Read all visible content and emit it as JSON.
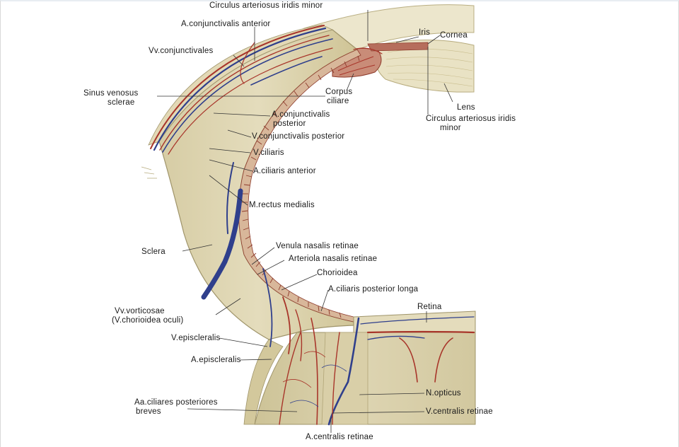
{
  "labels": {
    "circulus_minor_top": "Circulus arteriosus iridis minor",
    "a_conjunctivalis_anterior": "A.conjunctivalis anterior",
    "iris": "Iris",
    "cornea": "Cornea",
    "vv_conjunctivales": "Vv.conjunctivales",
    "sinus_venosus_line1": "Sinus venosus",
    "sinus_venosus_line2": "sclerae",
    "corpus_ciliare_line1": "Corpus",
    "corpus_ciliare_line2": "ciliare",
    "lens": "Lens",
    "circulus_minor_line1": "Circulus arteriosus iridis",
    "circulus_minor_line2": "minor",
    "a_conj_posterior_line1": "A.conjunctivalis",
    "a_conj_posterior_line2": "posterior",
    "v_conj_posterior": "V.conjunctivalis posterior",
    "v_ciliaris": "V.ciliaris",
    "a_ciliaris_anterior": "A.ciliaris anterior",
    "m_rectus_medialis": "M.rectus medialis",
    "sclera": "Sclera",
    "venula_nasalis": "Venula nasalis retinae",
    "arteriola_nasalis": "Arteriola nasalis retinae",
    "chorioidea": "Chorioidea",
    "a_ciliaris_post_longa": "A.ciliaris posterior longa",
    "retina": "Retina",
    "vv_vorticosae_line1": "Vv.vorticosae",
    "vv_vorticosae_line2": "(V.chorioidea oculi)",
    "v_episcleralis": "V.episcleralis",
    "a_episcleralis": "A.episcleralis",
    "n_opticus": "N.opticus",
    "aa_ciliares_line1": "Aa.ciliares posteriores",
    "aa_ciliares_line2": "breves",
    "v_centralis": "V.centralis retinae",
    "a_centralis": "A.centralis retinae"
  },
  "colors": {
    "tissue": "#dcd4b0",
    "tissue_dark": "#c9bf94",
    "artery": "#a8352a",
    "vein": "#2f3f8c",
    "leader": "#333333"
  }
}
